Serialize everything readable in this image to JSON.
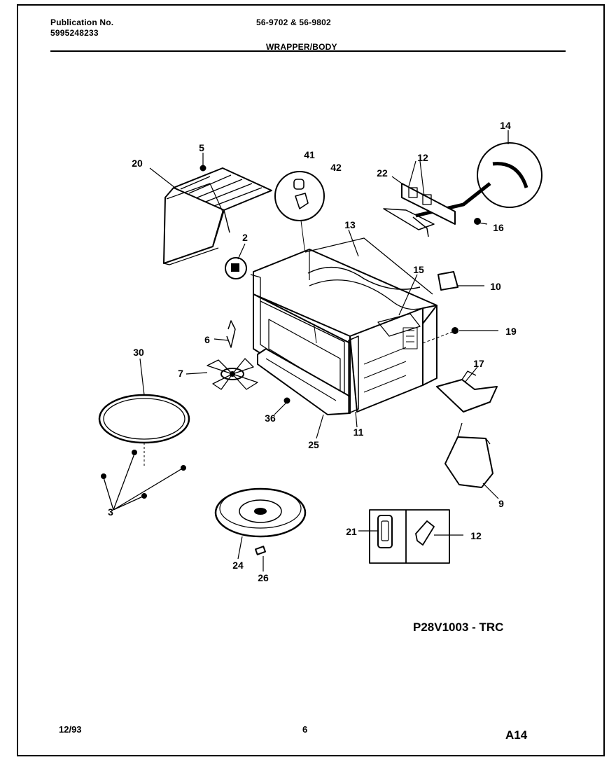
{
  "header": {
    "publication_label": "Publication No.",
    "publication_number": "5995248233",
    "models": "56-9702 & 56-9802",
    "section_title": "WRAPPER/BODY"
  },
  "callouts": [
    "2",
    "3",
    "5",
    "6",
    "7",
    "9",
    "10",
    "11",
    "12",
    "12",
    "13",
    "14",
    "15",
    "16",
    "17",
    "19",
    "20",
    "21",
    "22",
    "24",
    "25",
    "26",
    "30",
    "36",
    "41",
    "42"
  ],
  "diagram_code": "P28V1003 - TRC",
  "footer": {
    "date": "12/93",
    "page_number": "6",
    "page_id": "A14"
  }
}
